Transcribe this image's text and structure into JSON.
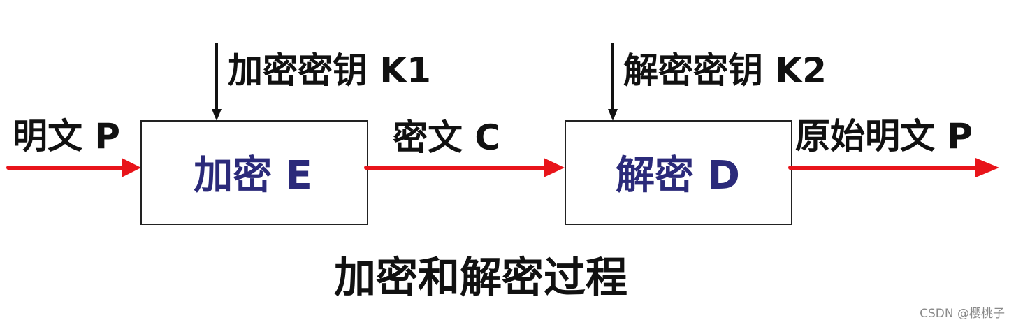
{
  "diagram": {
    "title": "加密和解密过程",
    "input_label": "明文 P",
    "encrypt_box": "加密 E",
    "encrypt_key": "加密密钥 K1",
    "cipher_label": "密文 C",
    "decrypt_box": "解密 D",
    "decrypt_key": "解密密钥 K2",
    "output_label": "原始明文 P"
  },
  "watermark": "CSDN @樱桃子",
  "colors": {
    "flow_arrow": "#e8141a",
    "box_text": "#2b2a7a",
    "key_arrow": "#111111",
    "box_border": "#222222"
  }
}
